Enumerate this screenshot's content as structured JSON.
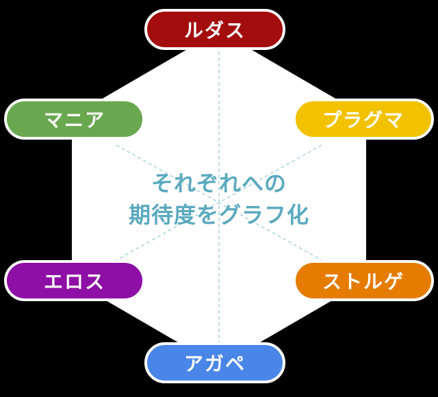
{
  "center": {
    "line1": "それぞれへの",
    "line2": "期待度をグラフ化"
  },
  "nodes": [
    {
      "id": "ludus",
      "label": "ルダス",
      "color": "#a30d0d"
    },
    {
      "id": "mania",
      "label": "マニア",
      "color": "#6aa84f"
    },
    {
      "id": "pragma",
      "label": "プラグマ",
      "color": "#f2c200"
    },
    {
      "id": "eros",
      "label": "エロス",
      "color": "#8e0fa5"
    },
    {
      "id": "storge",
      "label": "ストルゲ",
      "color": "#e57c00"
    },
    {
      "id": "agape",
      "label": "アガペ",
      "color": "#4a86e8"
    }
  ],
  "colors": {
    "background": "#000000",
    "hexagon": "#ffffff",
    "axis_line": "#a8d3dc",
    "center_text": "#5aa9bf"
  }
}
